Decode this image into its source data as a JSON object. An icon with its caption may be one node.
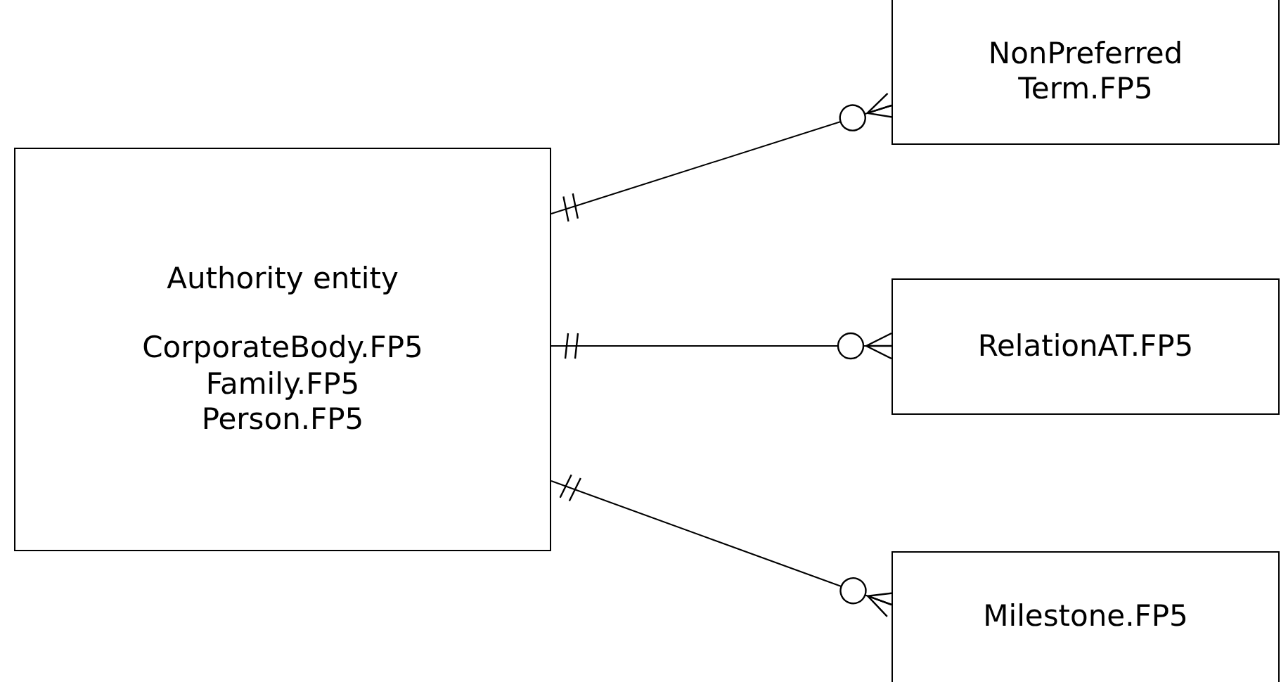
{
  "diagram": {
    "nodes": [
      {
        "text": [
          "Authority entity",
          "CorporateBody.FP5",
          "Family.FP5",
          "Person.FP5"
        ]
      },
      {
        "text": [
          "NonPreferred Term.FP5"
        ]
      },
      {
        "text": [
          "RelationAT.FP5"
        ]
      },
      {
        "text": [
          "Milestone.FP5"
        ]
      }
    ],
    "edges": [
      {
        "from": 0,
        "to": 1,
        "arrow": "other"
      },
      {
        "from": 0,
        "to": 2,
        "arrow": "other"
      },
      {
        "from": 0,
        "to": 3,
        "arrow": "other"
      }
    ]
  }
}
